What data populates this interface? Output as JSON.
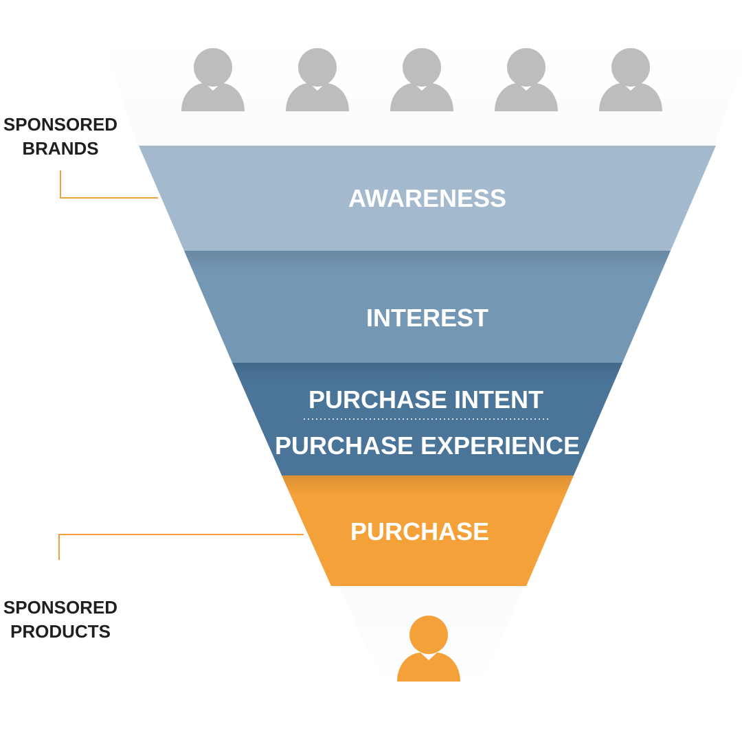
{
  "colors": {
    "awareness": "#a3b9cd",
    "interest": "#7497b4",
    "intent": "#4a7599",
    "purchase": "#f5a13a",
    "person_gray": "#bdbdbd",
    "person_orange": "#f5a13a",
    "connector": "#f5a13a",
    "funnel_rim": "#e9ebee",
    "side_text": "#1f1f1f",
    "stage_text": "#ffffff"
  },
  "side_labels": {
    "brands_line1": "SPONSORED",
    "brands_line2": "BRANDS",
    "products_line1": "SPONSORED",
    "products_line2": "PRODUCTS"
  },
  "stages": {
    "awareness": "AWARENESS",
    "interest": "INTEREST",
    "purchase_intent": "PURCHASE INTENT",
    "purchase_experience": "PURCHASE EXPERIENCE",
    "purchase": "PURCHASE"
  },
  "icons": {
    "top_people": [
      "person-icon",
      "person-icon",
      "person-icon",
      "person-icon",
      "person-icon"
    ],
    "bottom_person": "person-icon"
  }
}
